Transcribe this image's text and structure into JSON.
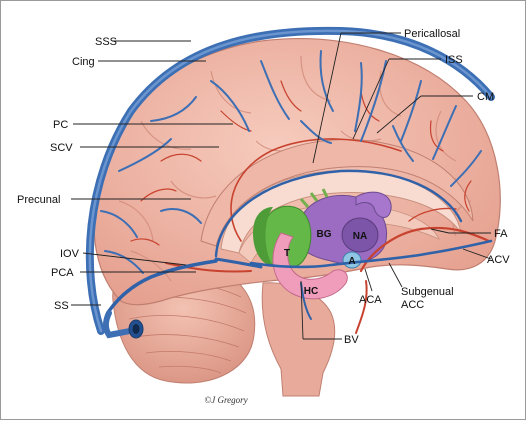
{
  "labels": {
    "sss": "SSS",
    "cing": "Cing",
    "pc": "PC",
    "scv": "SCV",
    "precunal": "Precunal",
    "iov": "IOV",
    "pca": "PCA",
    "ss": "SS",
    "pericallosal": "Pericallosal",
    "iss": "ISS",
    "cm": "CM",
    "fa": "FA",
    "acv": "ACV",
    "aca": "ACA",
    "subgenual": "Subgenual",
    "acc": "ACC",
    "bv": "BV"
  },
  "structures": {
    "bg": "BG",
    "na": "NA",
    "t": "T",
    "hc": "HC",
    "a": "A"
  },
  "credit": "©J Gregory",
  "colors": {
    "cortex": "#f1b6a6",
    "cortex_shade": "#d98e7e",
    "vein": "#3d6fb4",
    "vein_dark": "#24508f",
    "artery": "#c8432f",
    "basal_ganglia": "#9b6cc2",
    "thalamus": "#63b847",
    "hippocampus": "#ef9dbb",
    "amygdala": "#8fc6e4"
  }
}
